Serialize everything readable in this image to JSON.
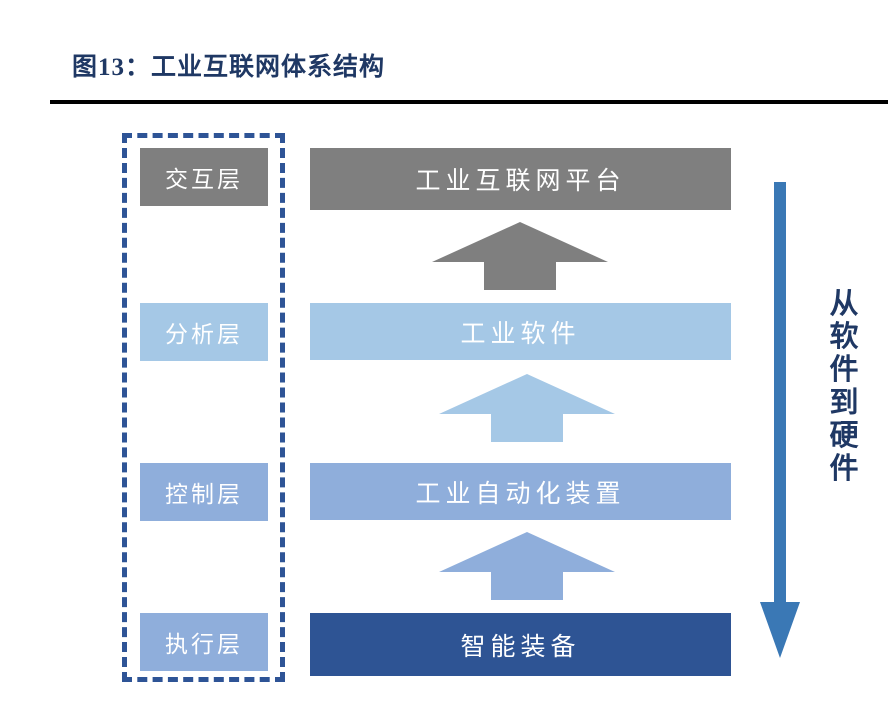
{
  "figure": {
    "title": "图13：工业互联网体系结构"
  },
  "diagram": {
    "type": "layered-architecture",
    "group_outline_style": "dashed",
    "layers": [
      {
        "chip_label": "交互层",
        "bar_label": "工业互联网平台",
        "chip_color": "#7F7F7F",
        "bar_color": "#7F7F7F"
      },
      {
        "chip_label": "分析层",
        "bar_label": "工业软件",
        "chip_color": "#A5C8E6",
        "bar_color": "#A5C8E6"
      },
      {
        "chip_label": "控制层",
        "bar_label": "工业自动化装置",
        "chip_color": "#8FAEDB",
        "bar_color": "#8FAEDB"
      },
      {
        "chip_label": "执行层",
        "bar_label": "智能装备",
        "chip_color": "#8FAEDB",
        "bar_color": "#2E5494"
      }
    ],
    "connector_arrows": [
      {
        "direction": "up",
        "color": "#7F7F7F"
      },
      {
        "direction": "up",
        "color": "#A5C8E6"
      },
      {
        "direction": "up",
        "color": "#8FAEDB"
      }
    ],
    "flow": {
      "direction": "down",
      "color": "#3A78B5",
      "caption_characters": [
        "从",
        "软",
        "件",
        "到",
        "硬",
        "件"
      ],
      "caption_text": "从软件到硬件"
    },
    "palette": {
      "outline_blue": "#2E5496",
      "title_navy": "#1F3864",
      "gray": "#7F7F7F",
      "light_blue": "#A5C8E6",
      "mid_blue": "#8FAEDB",
      "dark_blue": "#2E5494",
      "arrow_blue": "#3A78B5"
    }
  }
}
